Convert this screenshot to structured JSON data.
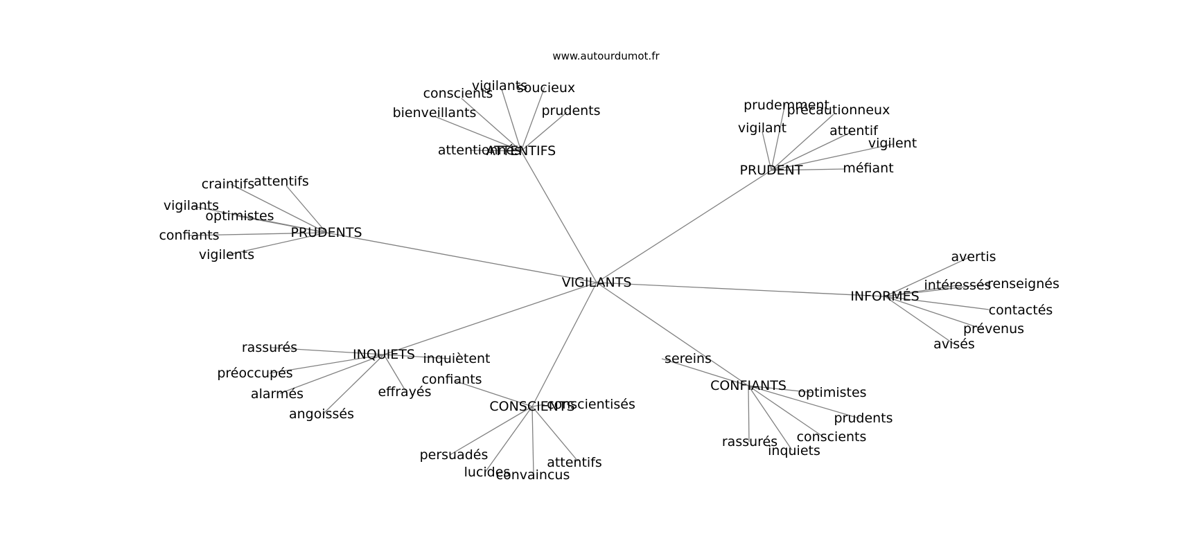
{
  "site_label": "www.autourdumot.fr",
  "root": "VIGILANTS",
  "clusters": [
    {
      "label": "ATTENTIFS",
      "words": [
        "attentionnés",
        "bienveillants",
        "conscients",
        "vigilants",
        "soucieux",
        "prudents"
      ]
    },
    {
      "label": "PRUDENT",
      "words": [
        "prudemment",
        "précautionneux",
        "vigilant",
        "attentif",
        "vigilent",
        "méfiant"
      ]
    },
    {
      "label": "PRUDENTS",
      "words": [
        "craintifs",
        "attentifs",
        "vigilants",
        "optimistes",
        "confiants",
        "vigilents"
      ]
    },
    {
      "label": "INFORMÉS",
      "words": [
        "avertis",
        "intéressés",
        "renseignés",
        "contactés",
        "prévenus",
        "avisés"
      ]
    },
    {
      "label": "INQUIETS",
      "words": [
        "rassurés",
        "inquiètent",
        "préoccupés",
        "alarmés",
        "effrayés",
        "angoissés"
      ]
    },
    {
      "label": "CONSCIENTS",
      "words": [
        "confiants",
        "conscientisés",
        "persuadés",
        "lucides",
        "convaincus",
        "attentifs"
      ]
    },
    {
      "label": "CONFIANTS",
      "words": [
        "sereins",
        "optimistes",
        "prudents",
        "conscients",
        "rassurés",
        "inquiets"
      ]
    }
  ]
}
